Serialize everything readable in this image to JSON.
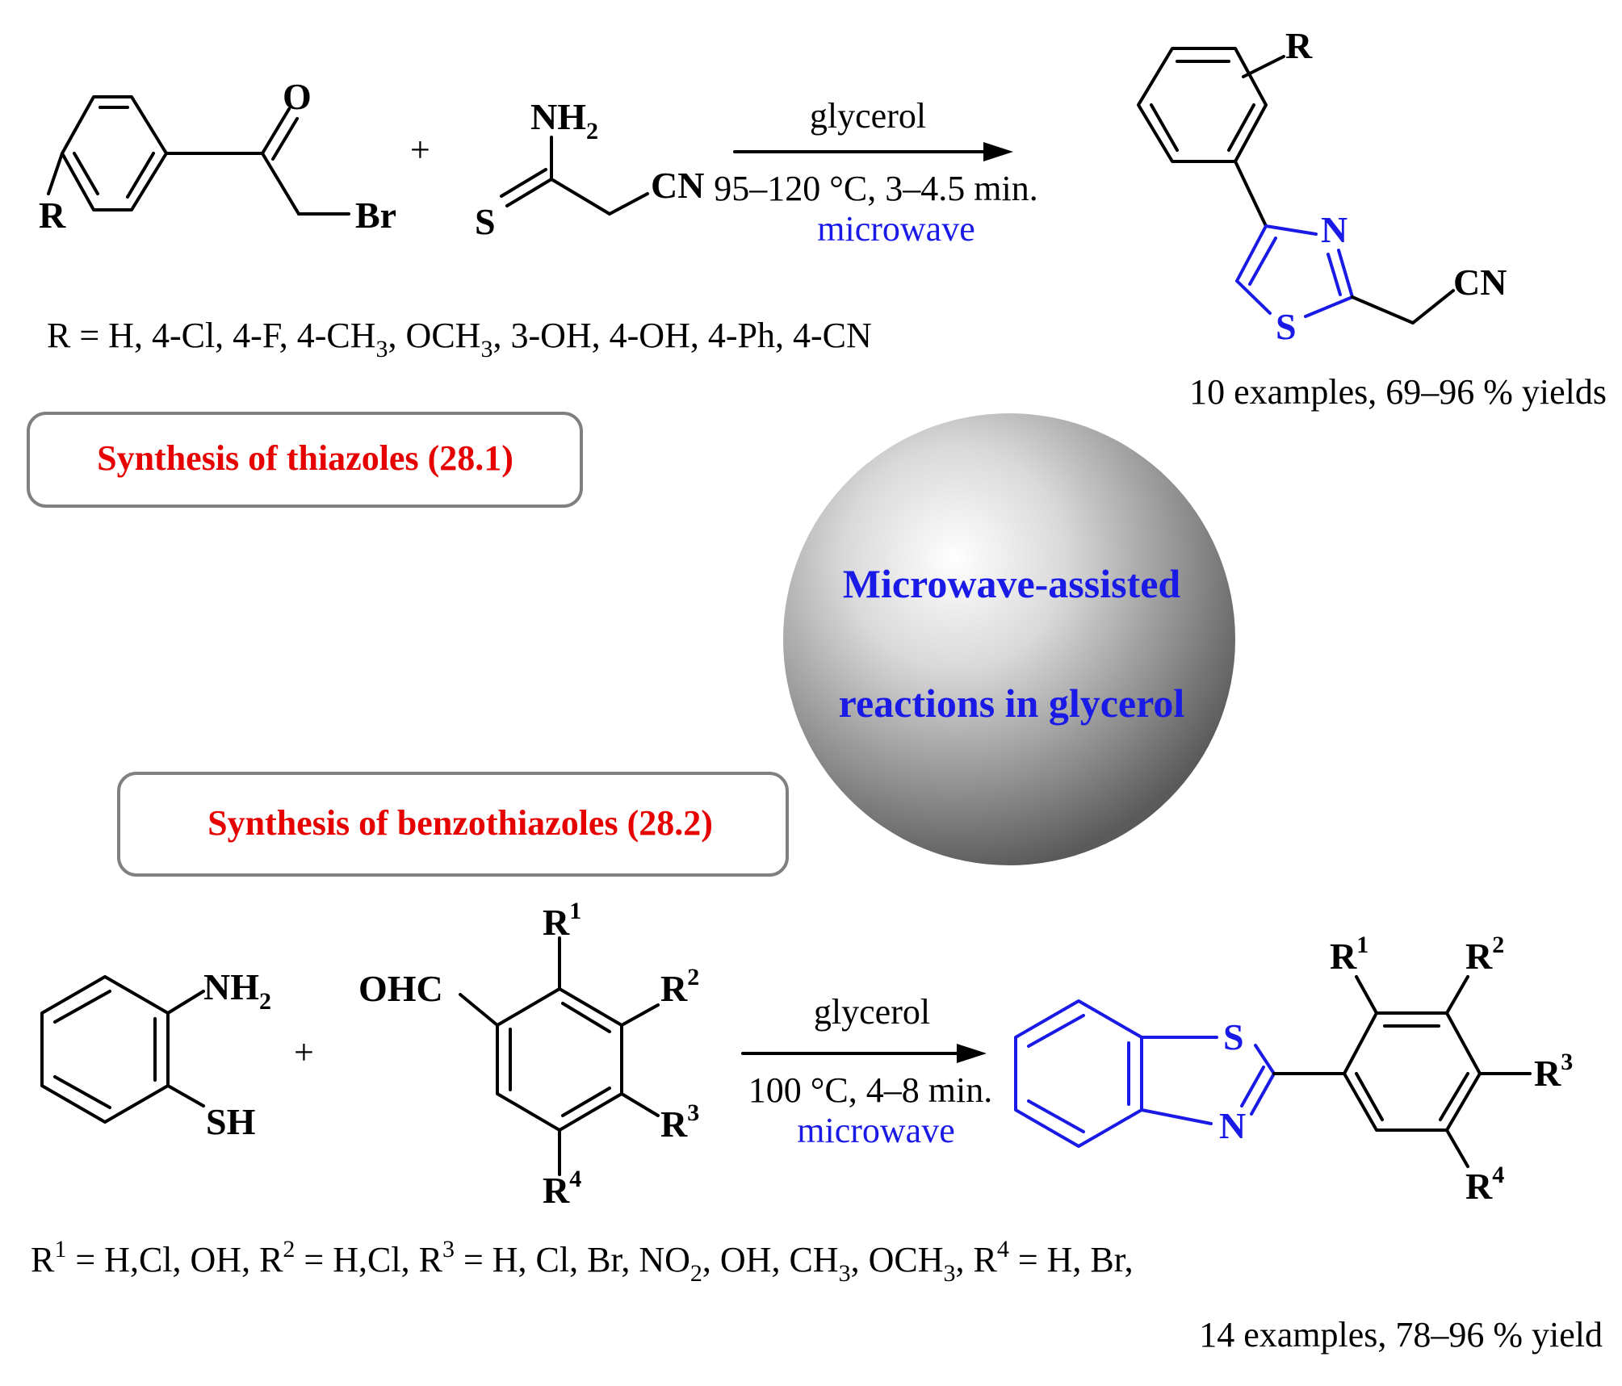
{
  "thiazole": {
    "reagent_labels": {
      "ketone_O": "O",
      "ketone_R": "R",
      "ketone_Br": "Br",
      "plus": "+",
      "thioamide_NH": "NH",
      "thioamide_NH_sub": "2",
      "thioamide_S": "S",
      "thioamide_CN": "CN"
    },
    "conditions": {
      "solvent": "glycerol",
      "temp_time": "95–120 °C, 3–4.5 min.",
      "method": "microwave"
    },
    "product_labels": {
      "R": "R",
      "N": "N",
      "S": "S",
      "CN": "CN"
    },
    "r_groups_prefix": "R = H, 4-Cl, 4-F, 4-CH",
    "r_groups_sub1": "3",
    "r_groups_mid": ", OCH",
    "r_groups_sub2": "3",
    "r_groups_suffix": ", 3-OH, 4-OH, 4-Ph, 4-CN",
    "yield": "10 examples, 69–96 % yields",
    "title": "Synthesis of thiazoles (28.1)"
  },
  "center": {
    "line1": "Microwave-assisted",
    "line2": "reactions in glycerol",
    "sphere_colors": [
      "#ffffff",
      "#d9d9d9",
      "#8c8c8c",
      "#5a5a5a"
    ]
  },
  "benzothiazole": {
    "title": "Synthesis of benzothiazoles (28.2)",
    "reagent_labels": {
      "NH": "NH",
      "NH_sub": "2",
      "SH": "SH",
      "plus": "+",
      "OHC": "OHC",
      "R": "R",
      "sup1": "1",
      "sup2": "2",
      "sup3": "3",
      "sup4": "4"
    },
    "conditions": {
      "solvent": "glycerol",
      "temp_time": "100 °C, 4–8 min.",
      "method": "microwave"
    },
    "product_labels": {
      "S": "S",
      "N": "N"
    },
    "r_groups_line": [
      {
        "t": "R"
      },
      {
        "sup": "1"
      },
      {
        "t": " = H,Cl, OH, R"
      },
      {
        "sup": "2"
      },
      {
        "t": " = H,Cl, R"
      },
      {
        "sup": "3"
      },
      {
        "t": " = H, Cl, Br, NO"
      },
      {
        "sub": "2"
      },
      {
        "t": ", OH, CH"
      },
      {
        "sub": "3"
      },
      {
        "t": ", OCH"
      },
      {
        "sub": "3"
      },
      {
        "t": ", R"
      },
      {
        "sup": "4"
      },
      {
        "t": " = H, Br,"
      }
    ],
    "yield": "14 examples, 78–96 % yield"
  },
  "colors": {
    "title_red": "#e60000",
    "highlight_blue": "#1a1ae6",
    "box_border": "#808080"
  }
}
